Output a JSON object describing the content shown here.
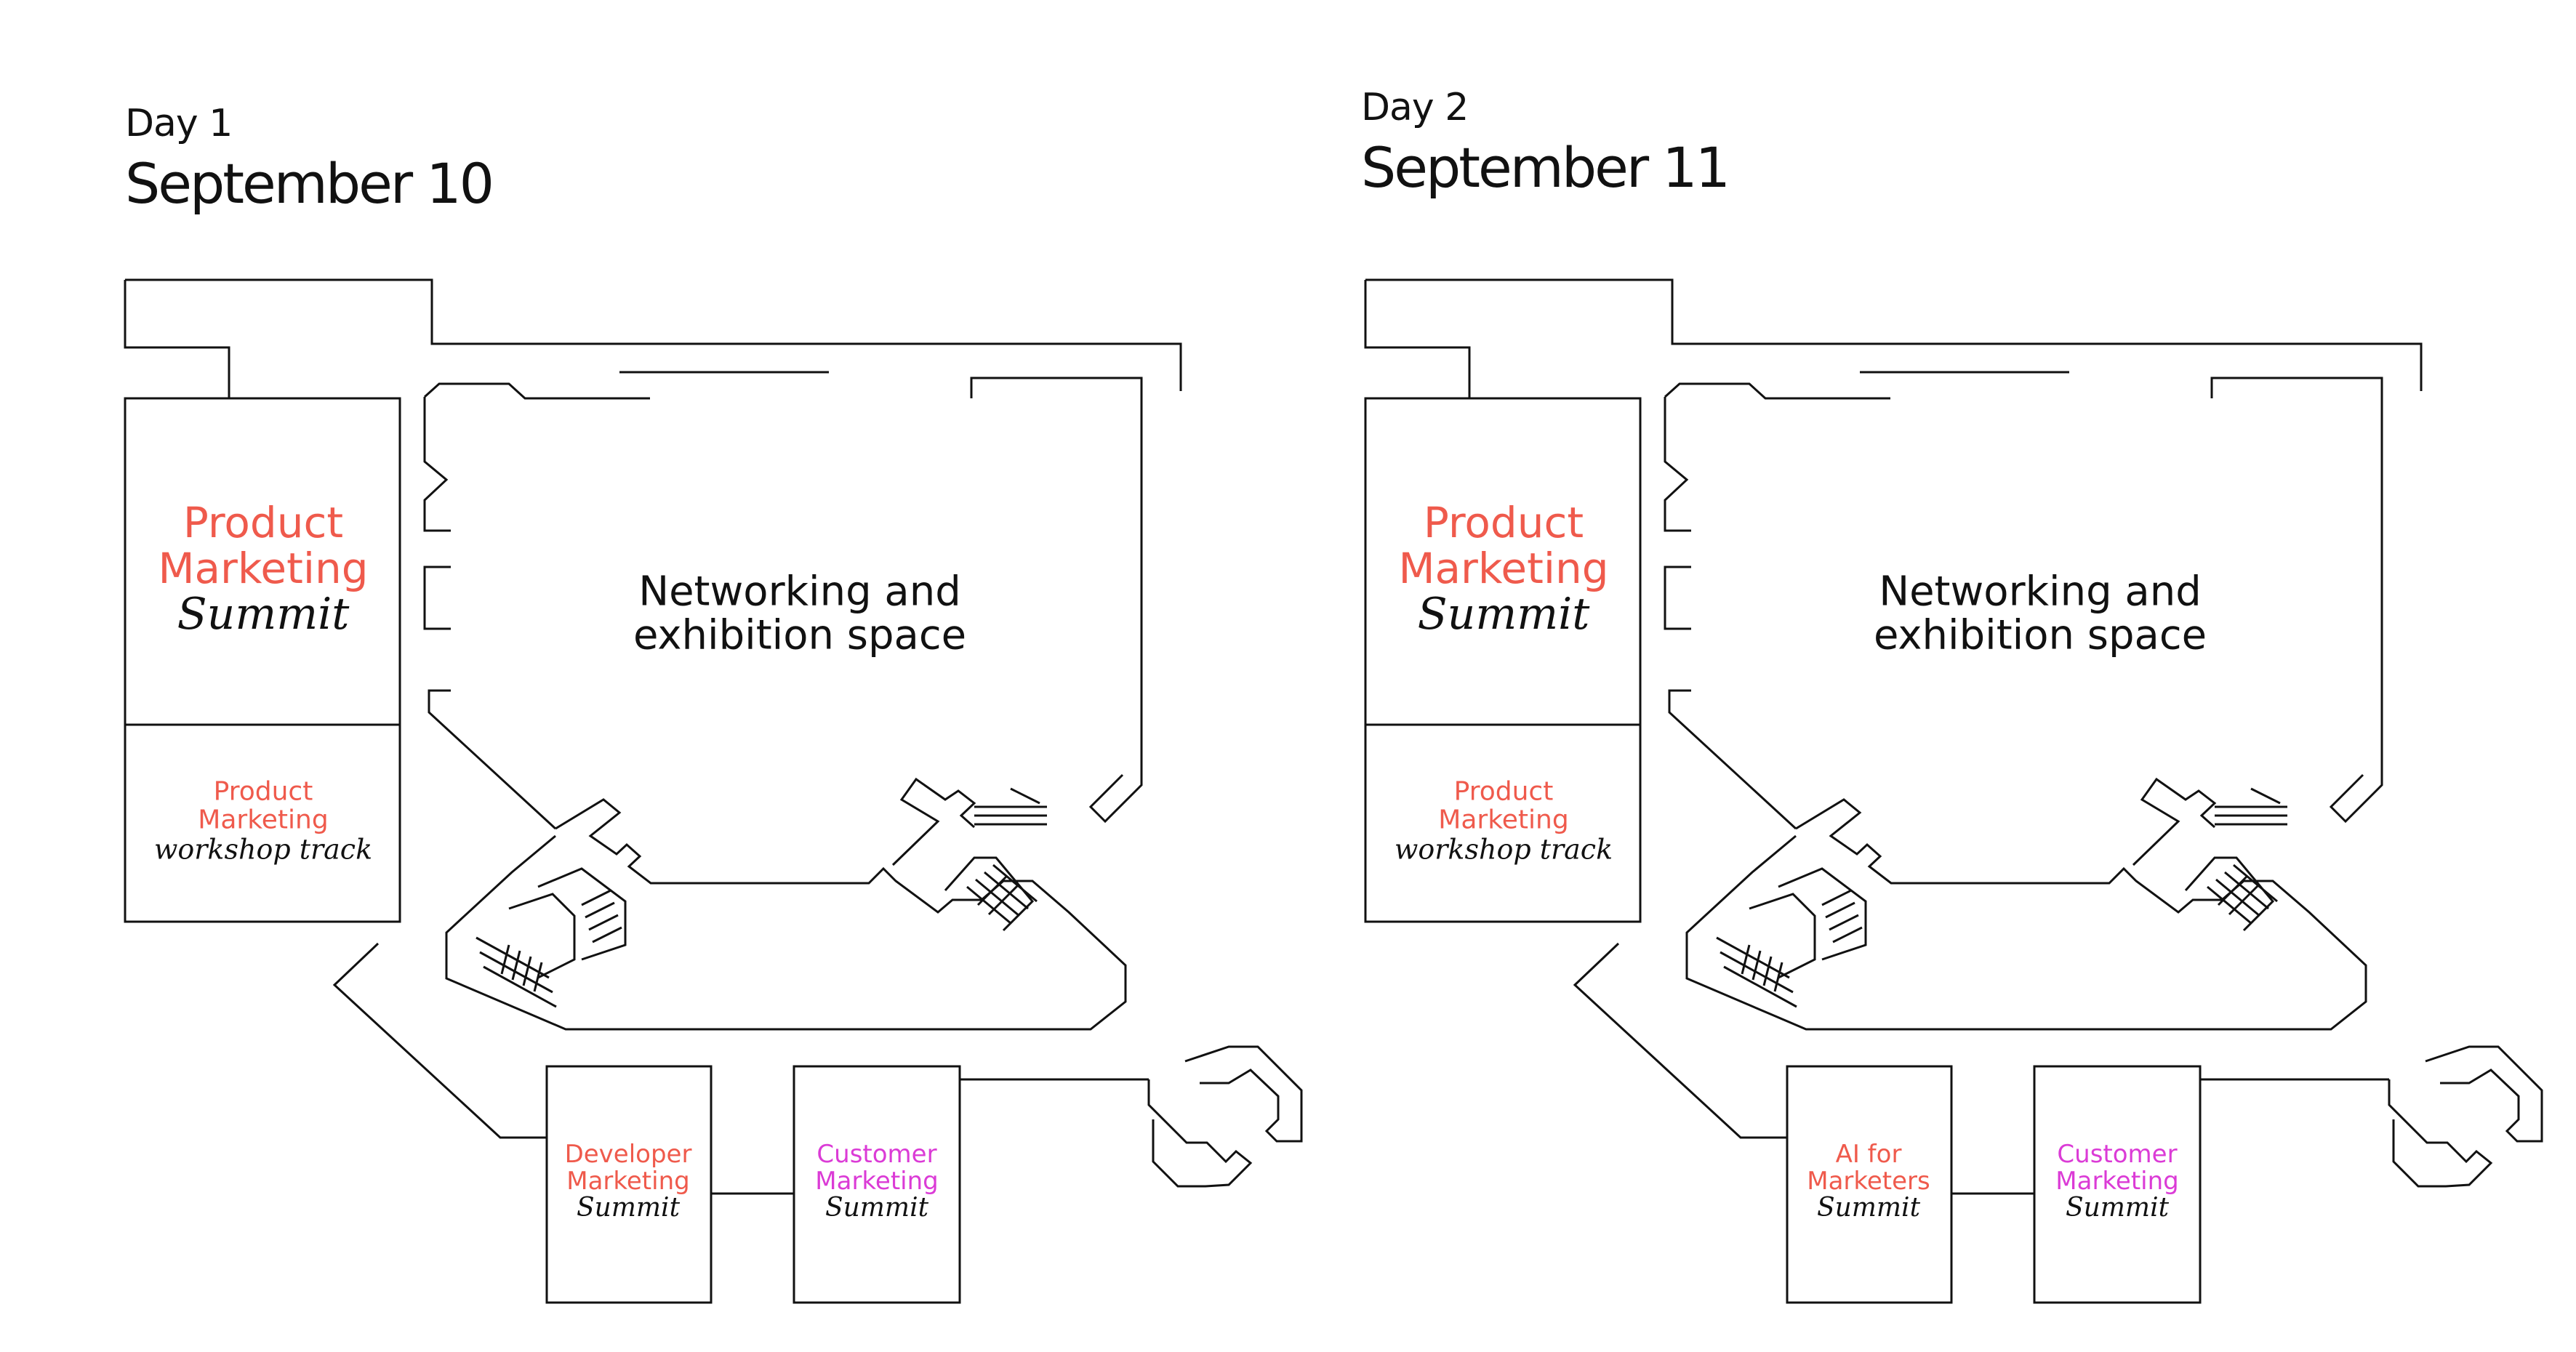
{
  "colors": {
    "line": "#111111",
    "product_marketing": "#EF5A4C",
    "developer_marketing": "#EF5A4C",
    "ai_for_marketers": "#EF5A4C",
    "customer_marketing": "#DB3BD6",
    "text": "#111111"
  },
  "days": [
    {
      "day_label": "Day 1",
      "date": "September 10",
      "rooms": {
        "main_summit": {
          "line1": "Product",
          "line2": "Marketing",
          "line3": "Summit"
        },
        "workshop": {
          "line1": "Product",
          "line2": "Marketing",
          "line3": "workshop track"
        },
        "networking": {
          "line1": "Networking and",
          "line2": "exhibition space"
        },
        "room_left": {
          "line1": "Developer",
          "line2": "Marketing",
          "line3": "Summit"
        },
        "room_right": {
          "line1": "Customer",
          "line2": "Marketing",
          "line3": "Summit"
        }
      }
    },
    {
      "day_label": "Day 2",
      "date": "September 11",
      "rooms": {
        "main_summit": {
          "line1": "Product",
          "line2": "Marketing",
          "line3": "Summit"
        },
        "workshop": {
          "line1": "Product",
          "line2": "Marketing",
          "line3": "workshop track"
        },
        "networking": {
          "line1": "Networking and",
          "line2": "exhibition space"
        },
        "room_left": {
          "line1": "AI for",
          "line2": "Marketers",
          "line3": "Summit"
        },
        "room_right": {
          "line1": "Customer",
          "line2": "Marketing",
          "line3": "Summit"
        }
      }
    }
  ]
}
